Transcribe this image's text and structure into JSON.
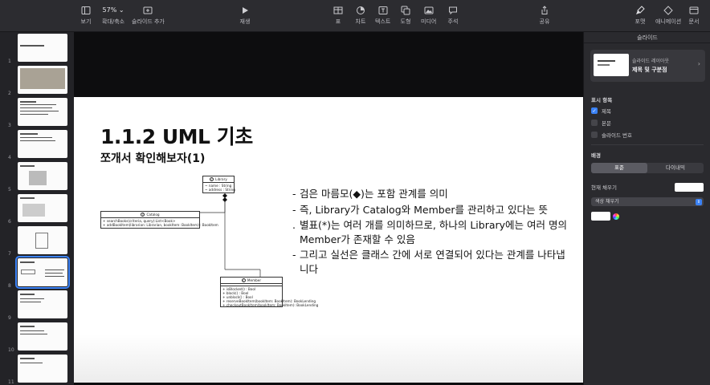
{
  "toolbar": {
    "left": [
      {
        "id": "view",
        "label": "보기",
        "icon": "sidebar-icon"
      },
      {
        "id": "zoom",
        "label": "확대/축소",
        "value": "57%",
        "icon": "zoom-dropdown"
      },
      {
        "id": "add_slide",
        "label": "슬라이드 추가",
        "icon": "add-slide-icon"
      }
    ],
    "center": [
      {
        "id": "play",
        "label": "재생",
        "icon": "play-icon"
      }
    ],
    "insert": [
      {
        "id": "table",
        "label": "표",
        "icon": "table-icon"
      },
      {
        "id": "chart",
        "label": "차트",
        "icon": "chart-icon"
      },
      {
        "id": "text",
        "label": "텍스트",
        "icon": "text-icon"
      },
      {
        "id": "shape",
        "label": "도형",
        "icon": "shape-icon"
      },
      {
        "id": "media",
        "label": "미디어",
        "icon": "media-icon"
      },
      {
        "id": "comment",
        "label": "주석",
        "icon": "comment-icon"
      }
    ],
    "share": {
      "label": "공유",
      "icon": "share-icon"
    },
    "right": [
      {
        "id": "format",
        "label": "포맷",
        "icon": "paintbrush-icon"
      },
      {
        "id": "animate",
        "label": "애니메이션",
        "icon": "diamond-icon"
      },
      {
        "id": "document",
        "label": "문서",
        "icon": "document-icon"
      }
    ]
  },
  "sidebar": {
    "slide_numbers": [
      "1",
      "2",
      "3",
      "4",
      "5",
      "6",
      "7",
      "8",
      "9",
      "10",
      "11"
    ],
    "selected_index": 7
  },
  "slide": {
    "title": "1.1.2 UML 기초",
    "subtitle": "쪼개서 확인해보자(1)",
    "bullets": [
      "검은 마름모(◆)는 포함 관계를 의미",
      "즉, Library가 Catalog와 Member를 관리하고 있다는 뜻",
      "별표(*)는 여러 개를 의미하므로, 하나의 Library에는 여러 명의 Member가 존재할 수 있음",
      "그리고 실선은 클래스 간에 서로 연결되어 있다는 관계를 나타냅니다"
    ],
    "bullet_marks": [
      "-",
      "-",
      ".",
      "-"
    ],
    "uml": {
      "library": {
        "name": "Library",
        "attrs": [
          "~ name : String",
          "~ address : String"
        ]
      },
      "catalog": {
        "name": "Catalog",
        "methods": [
          "+ searchBooks(criteria, query):List<Book>",
          "+ addBookItem(librarian: Librarian, bookItem: BookItem) : BookItem"
        ]
      },
      "member": {
        "name": "Member",
        "methods": [
          "+ isBlocked() : Bool",
          "+ block() : Bool",
          "+ unblock() : Bool",
          "+ reserveBookItem(bookItem: BookItem): BookLending",
          "+ checkoutBookItem(bookItem: BookItem): BookLending"
        ]
      },
      "multiplicity": "*"
    }
  },
  "inspector": {
    "title": "슬라이드",
    "layout_label": "슬라이드 레이아웃",
    "layout_name": "제목 및 구분점",
    "show_section": "표시 항목",
    "checks": [
      {
        "label": "제목",
        "checked": true
      },
      {
        "label": "본문",
        "checked": false
      },
      {
        "label": "슬라이드 번호",
        "checked": false
      }
    ],
    "background_section": "배경",
    "seg_standard": "표준",
    "seg_dynamic": "다이내믹",
    "fill_label": "현재 채우기",
    "fill_type": "색상 채우기",
    "accent": "#3b82f6"
  }
}
